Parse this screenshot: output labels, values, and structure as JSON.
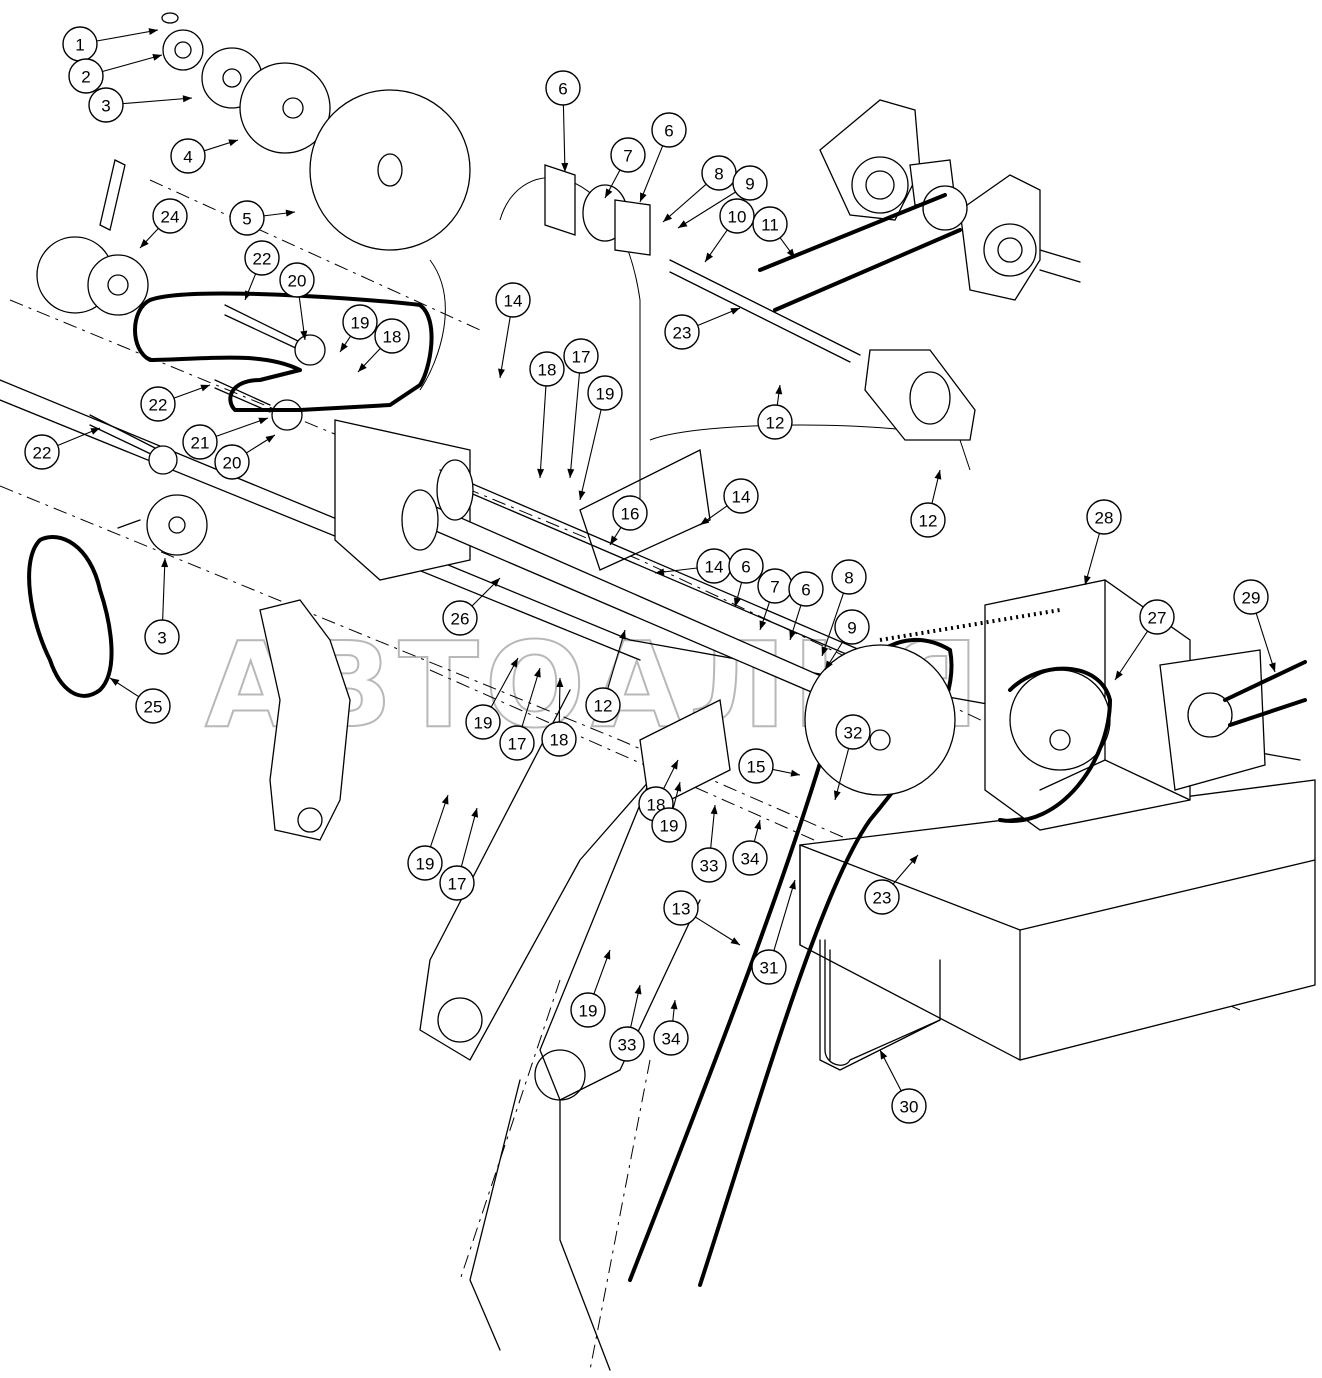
{
  "watermark": "АВТОАЛЬЯНС",
  "callouts": [
    {
      "label": "1"
    },
    {
      "label": "2"
    },
    {
      "label": "3"
    },
    {
      "label": "4"
    },
    {
      "label": "5"
    },
    {
      "label": "24"
    },
    {
      "label": "22"
    },
    {
      "label": "20"
    },
    {
      "label": "19"
    },
    {
      "label": "18"
    },
    {
      "label": "22"
    },
    {
      "label": "21"
    },
    {
      "label": "22"
    },
    {
      "label": "20"
    },
    {
      "label": "3"
    },
    {
      "label": "25"
    },
    {
      "label": "14"
    },
    {
      "label": "18"
    },
    {
      "label": "17"
    },
    {
      "label": "19"
    },
    {
      "label": "6"
    },
    {
      "label": "7"
    },
    {
      "label": "6"
    },
    {
      "label": "8"
    },
    {
      "label": "9"
    },
    {
      "label": "10"
    },
    {
      "label": "11"
    },
    {
      "label": "23"
    },
    {
      "label": "12"
    },
    {
      "label": "12"
    },
    {
      "label": "14"
    },
    {
      "label": "16"
    },
    {
      "label": "14"
    },
    {
      "label": "26"
    },
    {
      "label": "6"
    },
    {
      "label": "7"
    },
    {
      "label": "6"
    },
    {
      "label": "8"
    },
    {
      "label": "9"
    },
    {
      "label": "28"
    },
    {
      "label": "27"
    },
    {
      "label": "29"
    },
    {
      "label": "19"
    },
    {
      "label": "17"
    },
    {
      "label": "18"
    },
    {
      "label": "12"
    },
    {
      "label": "32"
    },
    {
      "label": "15"
    },
    {
      "label": "18"
    },
    {
      "label": "19"
    },
    {
      "label": "33"
    },
    {
      "label": "34"
    },
    {
      "label": "19"
    },
    {
      "label": "17"
    },
    {
      "label": "23"
    },
    {
      "label": "13"
    },
    {
      "label": "31"
    },
    {
      "label": "19"
    },
    {
      "label": "33"
    },
    {
      "label": "34"
    },
    {
      "label": "30"
    }
  ]
}
